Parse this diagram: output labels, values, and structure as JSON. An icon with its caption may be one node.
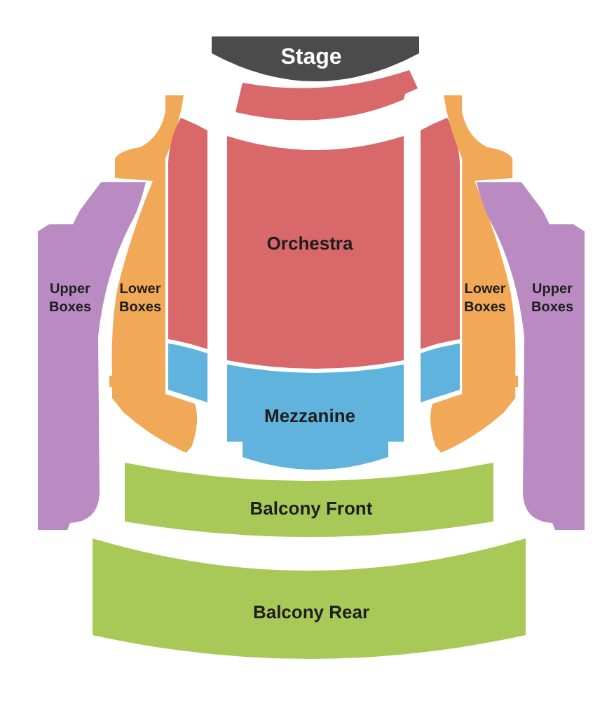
{
  "diagram": {
    "nodes": [
      {
        "text": [
          "Stage"
        ]
      },
      {
        "text": [],
        "shape": "box"
      },
      {
        "text": [
          "Upper Boxes"
        ]
      },
      {
        "text": [
          "Lower Boxes"
        ]
      },
      {
        "text": [],
        "shape": "box"
      },
      {
        "text": [
          "Orchestra"
        ]
      },
      {
        "text": [],
        "shape": "box"
      },
      {
        "text": [
          "Lower Boxes"
        ]
      },
      {
        "text": [
          "Upper Boxes"
        ]
      },
      {
        "text": [],
        "shape": "box"
      },
      {
        "text": [
          "Mezzanine"
        ]
      },
      {
        "text": [],
        "shape": "box"
      },
      {
        "text": [
          "Balcony Front"
        ]
      },
      {
        "text": [
          "Balcony Rear"
        ]
      }
    ]
  }
}
